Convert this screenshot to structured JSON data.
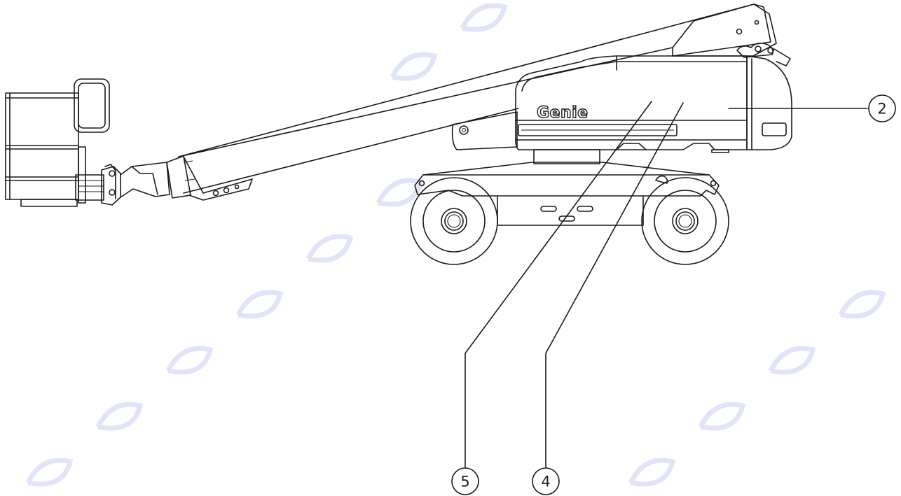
{
  "diagram": {
    "brand_label": "Genie",
    "callouts": [
      {
        "id": "callout-2",
        "label": "2"
      },
      {
        "id": "callout-5",
        "label": "5"
      },
      {
        "id": "callout-4",
        "label": "4"
      }
    ],
    "line_color": "#1a1a1a",
    "watermark_color": "#c9cdf2"
  }
}
